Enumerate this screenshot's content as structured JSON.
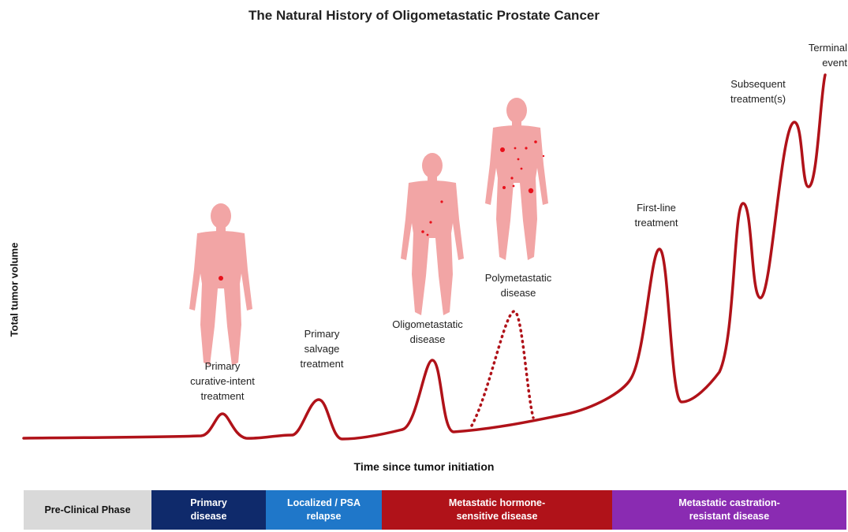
{
  "title": "The Natural History of Oligometastatic Prostate Cancer",
  "y_axis_label": "Total tumor volume",
  "x_axis_label": "Time since tumor initiation",
  "annotations": {
    "primary_treatment": [
      "Primary",
      "curative-intent",
      "treatment"
    ],
    "salvage_treatment": [
      "Primary",
      "salvage",
      "treatment"
    ],
    "oligometastatic": [
      "Oligometastatic",
      "disease"
    ],
    "polymetastatic": [
      "Polymetastatic",
      "disease"
    ],
    "first_line": [
      "First-line",
      "treatment"
    ],
    "subsequent": [
      "Subsequent",
      "treatment(s)"
    ],
    "terminal": [
      "Terminal",
      "event"
    ]
  },
  "phases": [
    {
      "label_1": "Pre-Clinical Phase",
      "label_2": ""
    },
    {
      "label_1": "Primary",
      "label_2": "disease"
    },
    {
      "label_1": "Localized / PSA",
      "label_2": "relapse"
    },
    {
      "label_1": "Metastatic hormone-",
      "label_2": "sensitive disease"
    },
    {
      "label_1": "Metastatic castration-",
      "label_2": "resistant disease"
    }
  ],
  "colors": {
    "curve": "#b01219",
    "figure": "#f2a5a5",
    "lesion": "#e8101a",
    "pre_clinical": "#d9d9d9",
    "primary_disease": "#0f2a6b",
    "localized_relapse": "#1f77c9",
    "mhsd": "#b01219",
    "mcrpc": "#8a2bb2"
  }
}
